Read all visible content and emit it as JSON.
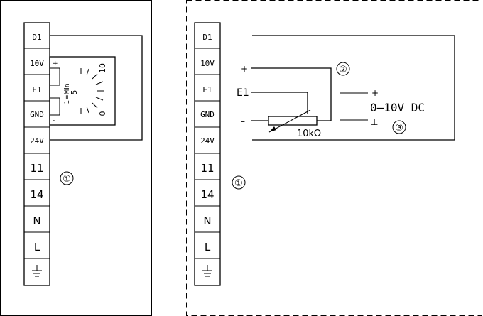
{
  "left_diagram": {
    "terminals": [
      "D1",
      "10V",
      "E1",
      "GND",
      "24V",
      "11",
      "14",
      "N",
      "L"
    ],
    "callout": "①",
    "potentiometer": {
      "plus": "+",
      "minus": "-",
      "min_label": "1=Min",
      "mid_value": "5",
      "max_value": "10",
      "zero_value": "0"
    }
  },
  "right_diagram": {
    "terminals": [
      "D1",
      "10V",
      "E1",
      "GND",
      "24V",
      "11",
      "14",
      "N",
      "L"
    ],
    "callout": "①",
    "pot_plus": "+",
    "pot_minus": "–",
    "e1_label": "E1",
    "resistor_label": "10kΩ",
    "callout_pot": "②",
    "source_plus": "+",
    "source_voltage": "0–10V  DC",
    "source_minus": "⊥",
    "callout_source": "③"
  },
  "icons": {
    "ground": "ground-icon"
  }
}
